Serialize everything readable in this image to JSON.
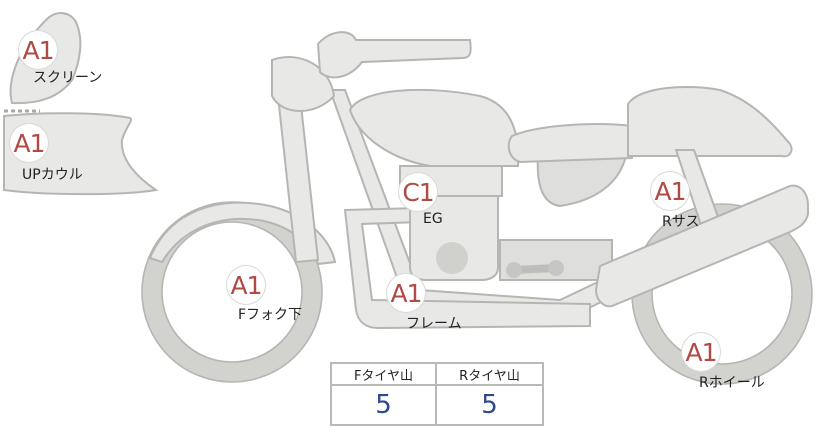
{
  "parts": [
    {
      "id": "screen",
      "grade": "A1",
      "label": "スクリーン"
    },
    {
      "id": "upcowl",
      "grade": "A1",
      "label": "UPカウル"
    },
    {
      "id": "engine",
      "grade": "C1",
      "label": "EG"
    },
    {
      "id": "rsuspension",
      "grade": "A1",
      "label": "Rサス"
    },
    {
      "id": "ffork",
      "grade": "A1",
      "label": "Fフォク下"
    },
    {
      "id": "frame",
      "grade": "A1",
      "label": "フレーム"
    },
    {
      "id": "rwheel",
      "grade": "A1",
      "label": "Rホイール"
    }
  ],
  "tread_table": {
    "headers": [
      "Fタイヤ山",
      "Rタイヤ山"
    ],
    "values": [
      "5",
      "5"
    ]
  },
  "colors": {
    "part_fill": "#e8e8e6",
    "part_stroke": "#b5b5b2",
    "grade_text": "#b04a45",
    "value_text": "#2e4a8e"
  }
}
